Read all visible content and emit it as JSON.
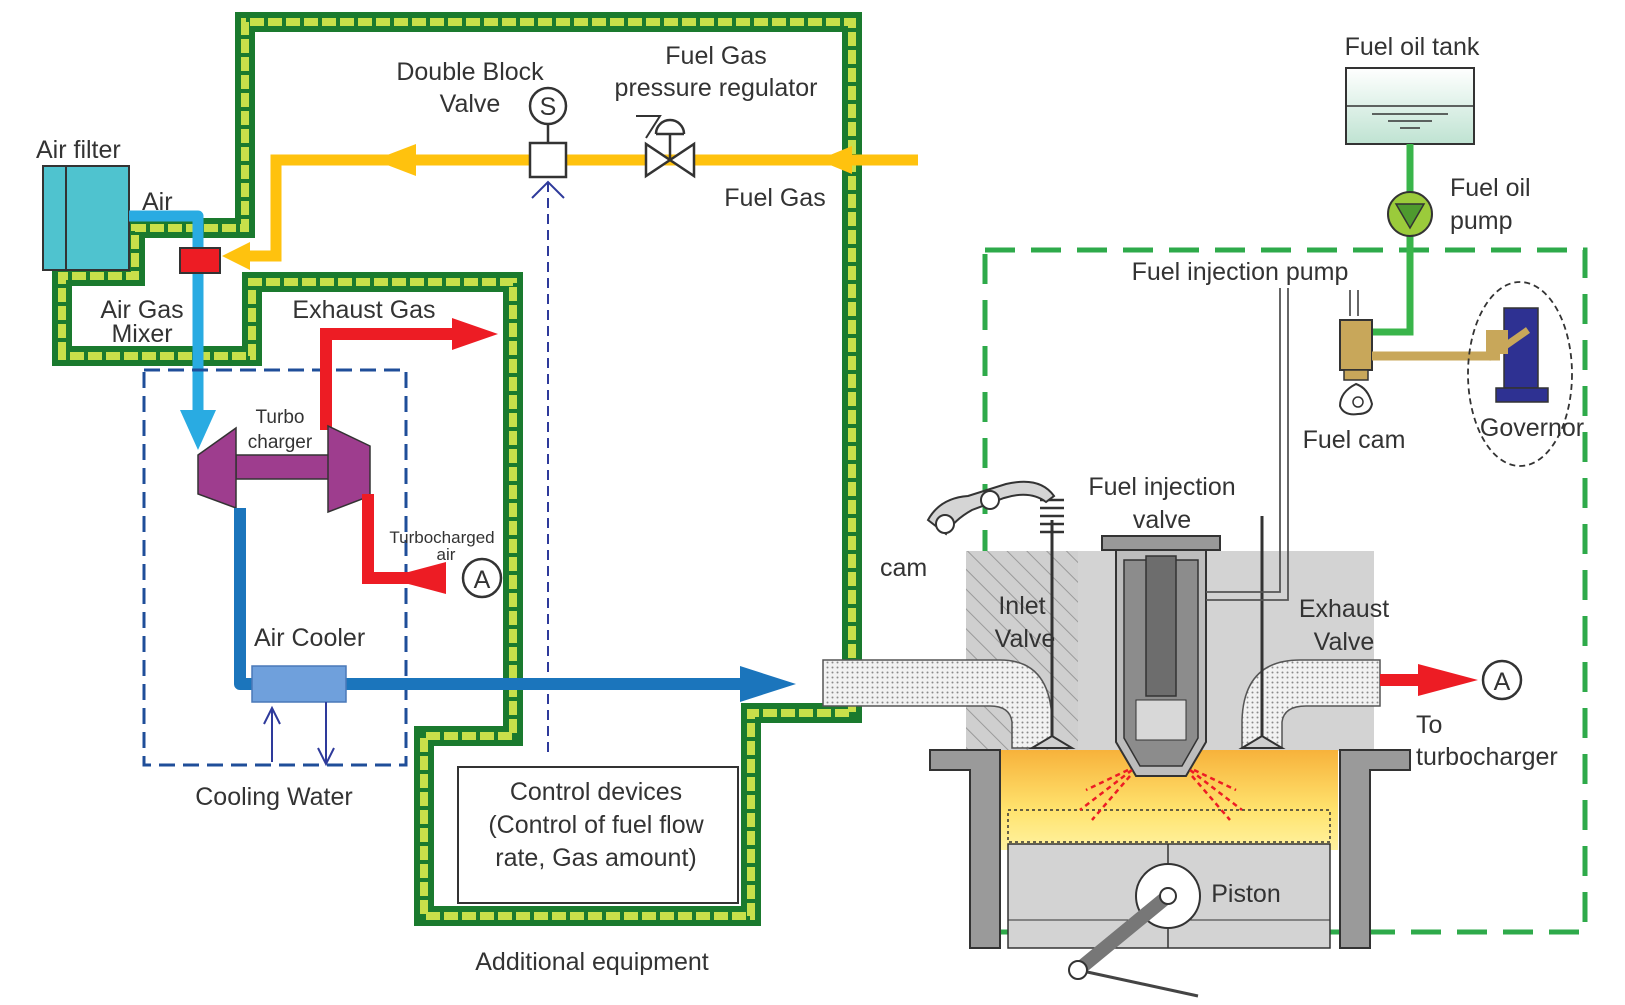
{
  "labels": {
    "air_filter": "Air filter",
    "air": "Air",
    "air_gas_mixer_1": "Air Gas",
    "air_gas_mixer_2": "Mixer",
    "double_block_valve_1": "Double Block",
    "double_block_valve_2": "Valve",
    "solenoid_symbol": "S",
    "regulator_1": "Fuel Gas",
    "regulator_2": "pressure regulator",
    "fuel_gas": "Fuel Gas",
    "exhaust_gas": "Exhaust Gas",
    "turbocharger_1": "Turbo",
    "turbocharger_2": "charger",
    "turbocharged_air_1": "Turbocharged",
    "turbocharged_air_2": "air",
    "connector_a": "A",
    "air_cooler": "Air Cooler",
    "cooling_water": "Cooling Water",
    "control_devices_1": "Control devices",
    "control_devices_2": "(Control of fuel flow",
    "control_devices_3": "rate, Gas amount)",
    "additional_equipment": "Additional equipment",
    "fuel_oil_tank": "Fuel oil tank",
    "fuel_oil_pump_1": "Fuel oil",
    "fuel_oil_pump_2": "pump",
    "fuel_injection_pump": "Fuel injection pump",
    "fuel_cam": "Fuel cam",
    "governor": "Governor",
    "cam": "cam",
    "fuel_injection_valve_1": "Fuel injection",
    "fuel_injection_valve_2": "valve",
    "inlet_valve_1": "Inlet",
    "inlet_valve_2": "Valve",
    "exhaust_valve_1": "Exhaust",
    "exhaust_valve_2": "Valve",
    "to_turbocharger_1": "To",
    "to_turbocharger_2": "turbocharger",
    "piston": "Piston"
  },
  "colors": {
    "fuel_gas_line": "#FFC20E",
    "air_line": "#29ABE2",
    "air_line_cooled": "#1B75BC",
    "exhaust_line": "#ED1C24",
    "fuel_oil_line": "#39B54A",
    "equipment_boundary_outer": "#1A7A2E",
    "equipment_boundary_inner": "#C8E04A",
    "turbocharger": "#9E3D8E",
    "air_filter": "#4FC3CF",
    "dashed_blue": "#1F4E99",
    "dashed_green": "#2EAA4A",
    "engine_gray": "#C8C8C8",
    "governor": "#2E3192",
    "fuel_pump_body": "#C8A75A"
  }
}
